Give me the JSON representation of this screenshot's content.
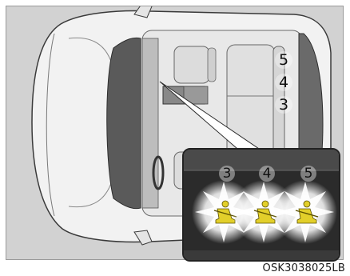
{
  "seat_markers": [
    "5",
    "4",
    "3"
  ],
  "indicator_panel": {
    "numbers": [
      "3",
      "4",
      "5"
    ],
    "lamp_icon": "seat-belt-warning-icon",
    "lamp_color": "#e2cf2a",
    "glow_color": "#ffffff"
  },
  "image_code": "OSK3038025LB",
  "colors": {
    "background": "#d2d2d2",
    "car_body": "#f0f0f0",
    "outline": "#3a3a3a"
  }
}
